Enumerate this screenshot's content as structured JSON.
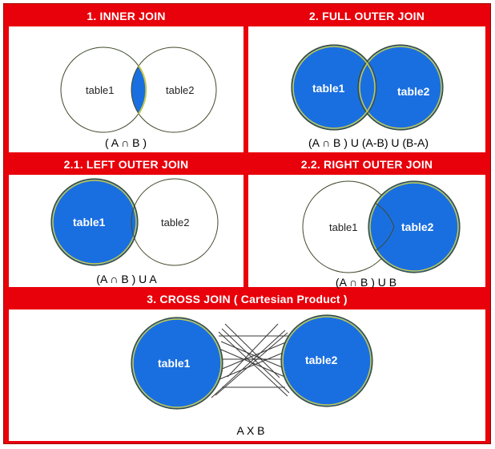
{
  "colors": {
    "frame": "#e8000a",
    "fill": "#1a6fe0",
    "outline": "#3f4a2a",
    "ring": "#c8c84a"
  },
  "panels": {
    "inner": {
      "title": "1. INNER JOIN",
      "a": "table1",
      "b": "table2",
      "formula": "( A ∩ B )"
    },
    "full": {
      "title": "2. FULL OUTER JOIN",
      "a": "table1",
      "b": "table2",
      "formula": "(A ∩ B ) U (A-B) U (B-A)"
    },
    "left": {
      "title": "2.1. LEFT OUTER JOIN",
      "a": "table1",
      "b": "table2",
      "formula": "(A ∩ B ) U A"
    },
    "right": {
      "title": "2.2. RIGHT OUTER JOIN",
      "a": "table1",
      "b": "table2",
      "formula": "(A ∩ B ) U B"
    },
    "cross": {
      "title": "3. CROSS JOIN ( Cartesian Product )",
      "a": "table1",
      "b": "table2",
      "formula": "A X B"
    }
  }
}
